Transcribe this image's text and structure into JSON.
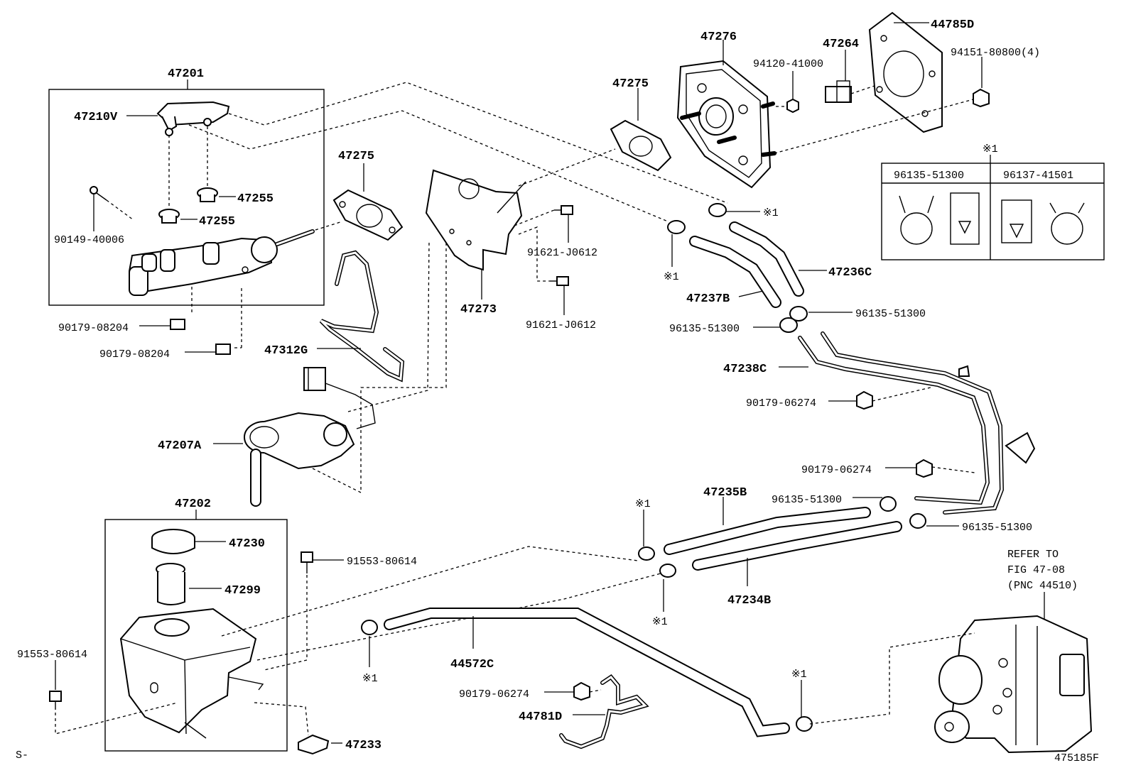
{
  "diagram": {
    "labels": {
      "p47201": "47201",
      "p47210v": "47210V",
      "p47255a": "47255",
      "p47255b": "47255",
      "p90149": "90149-40006",
      "p90179_a": "90179-08204",
      "p90179_b": "90179-08204",
      "p47275_left": "47275",
      "p47312g": "47312G",
      "p47207a": "47207A",
      "p47273": "47273",
      "p91621_a": "91621-J0612",
      "p91621_b": "91621-J0612",
      "p47275_top": "47275",
      "p47276": "47276",
      "p94120": "94120-41000",
      "p47264": "47264",
      "p44785d": "44785D",
      "p94151": "94151-80800(4)",
      "p47236c": "47236C",
      "p47237b": "47237B",
      "p96135_a": "96135-51300",
      "p96135_b": "96135-51300",
      "p47238c": "47238C",
      "p90179_06274_a": "90179-06274",
      "p90179_06274_b": "90179-06274",
      "p47235b": "47235B",
      "p96135_c": "96135-51300",
      "p96135_d": "96135-51300",
      "p47234b": "47234B",
      "p47202": "47202",
      "p47230": "47230",
      "p47299": "47299",
      "p91553_a": "91553-80614",
      "p91553_b": "91553-80614",
      "p47233": "47233",
      "p44572c": "44572C",
      "p90179_06274_c": "90179-06274",
      "p44781d": "44781D",
      "refer_line1": "REFER TO",
      "refer_line2": "FIG 47-08",
      "refer_line3": "(PNC 44510)",
      "ref_mark": "※1",
      "legend_head_left": "96135-51300",
      "legend_head_right": "96137-41501",
      "corner_left": "S-",
      "corner_right": "475185F"
    }
  }
}
